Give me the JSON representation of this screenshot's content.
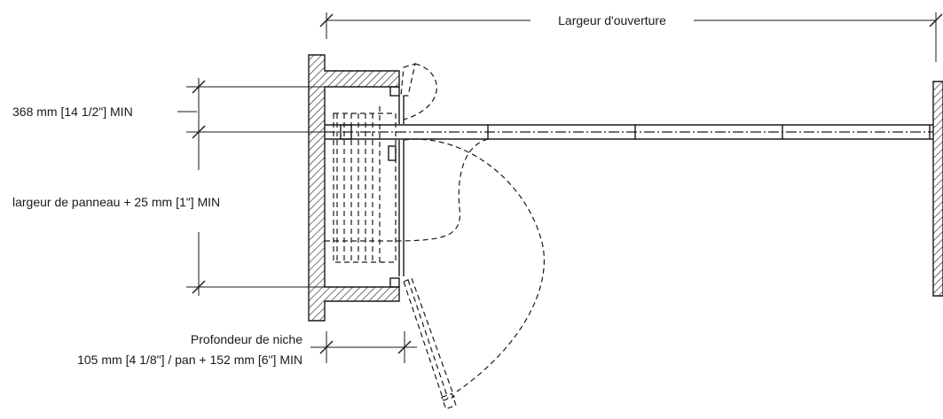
{
  "diagram": {
    "labels": {
      "opening_width": "Largeur d'ouverture",
      "top_clearance": "368 mm [14 1/2\"] MIN",
      "panel_width": "largeur de panneau + 25 mm [1\"] MIN",
      "niche_depth_title": "Profondeur de niche",
      "niche_depth_value": "105 mm [4 1/8\"] / pan + 152 mm [6\"] MIN"
    }
  }
}
